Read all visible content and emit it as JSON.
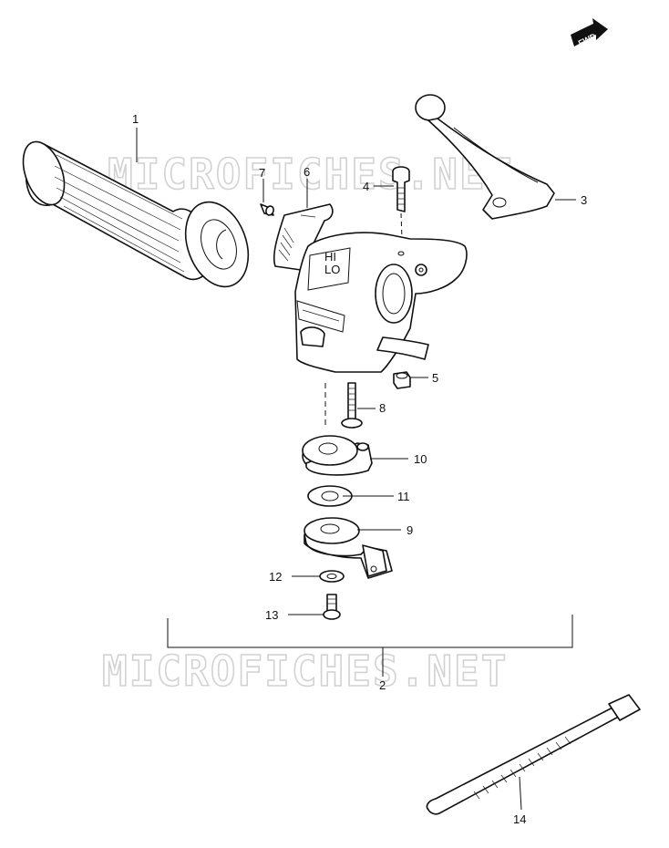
{
  "fwd_badge": "FWD",
  "watermarks": [
    "MICROFICHES.NET",
    "MICROFICHES.NET"
  ],
  "callouts": [
    {
      "id": "1",
      "text": "1"
    },
    {
      "id": "2",
      "text": "2"
    },
    {
      "id": "3",
      "text": "3"
    },
    {
      "id": "4",
      "text": "4"
    },
    {
      "id": "5",
      "text": "5"
    },
    {
      "id": "6",
      "text": "6"
    },
    {
      "id": "7",
      "text": "7"
    },
    {
      "id": "8",
      "text": "8"
    },
    {
      "id": "9",
      "text": "9"
    },
    {
      "id": "10",
      "text": "10"
    },
    {
      "id": "11",
      "text": "11"
    },
    {
      "id": "12",
      "text": "12"
    },
    {
      "id": "13",
      "text": "13"
    },
    {
      "id": "14",
      "text": "14"
    }
  ],
  "switch_markings": {
    "hi": "HI",
    "lo": "LO"
  }
}
